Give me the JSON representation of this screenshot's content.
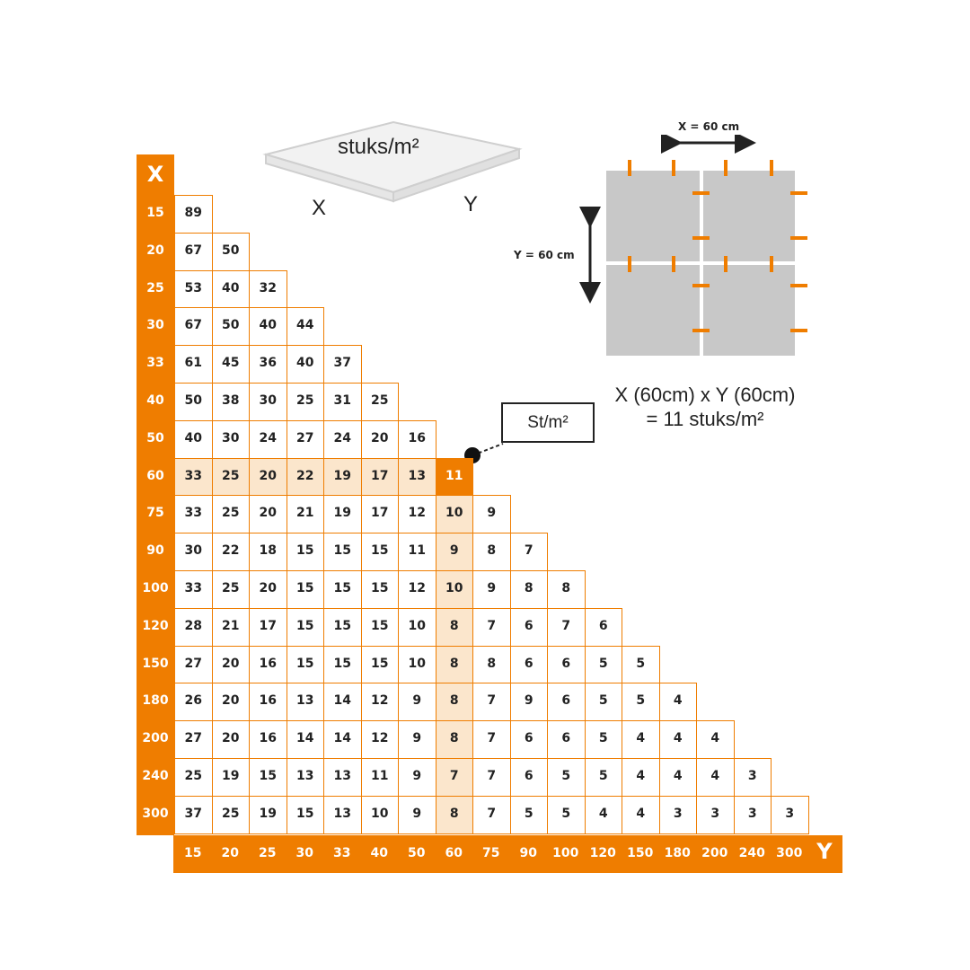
{
  "axis": {
    "x_label": "X",
    "y_label": "Y"
  },
  "x_values": [
    "15",
    "20",
    "25",
    "30",
    "33",
    "40",
    "50",
    "60",
    "75",
    "90",
    "100",
    "120",
    "150",
    "180",
    "200",
    "240",
    "300"
  ],
  "y_values": [
    "15",
    "20",
    "25",
    "30",
    "33",
    "40",
    "50",
    "60",
    "75",
    "90",
    "100",
    "120",
    "150",
    "180",
    "200",
    "240",
    "300"
  ],
  "table_rows": [
    [
      "89"
    ],
    [
      "67",
      "50"
    ],
    [
      "53",
      "40",
      "32"
    ],
    [
      "67",
      "50",
      "40",
      "44"
    ],
    [
      "61",
      "45",
      "36",
      "40",
      "37"
    ],
    [
      "50",
      "38",
      "30",
      "25",
      "31",
      "25"
    ],
    [
      "40",
      "30",
      "24",
      "27",
      "24",
      "20",
      "16"
    ],
    [
      "33",
      "25",
      "20",
      "22",
      "19",
      "17",
      "13",
      "11"
    ],
    [
      "33",
      "25",
      "20",
      "21",
      "19",
      "17",
      "12",
      "10",
      "9"
    ],
    [
      "30",
      "22",
      "18",
      "15",
      "15",
      "15",
      "11",
      "9",
      "8",
      "7"
    ],
    [
      "33",
      "25",
      "20",
      "15",
      "15",
      "15",
      "12",
      "10",
      "9",
      "8",
      "8"
    ],
    [
      "28",
      "21",
      "17",
      "15",
      "15",
      "15",
      "10",
      "8",
      "7",
      "6",
      "7",
      "6"
    ],
    [
      "27",
      "20",
      "16",
      "15",
      "15",
      "15",
      "10",
      "8",
      "8",
      "6",
      "6",
      "5",
      "5"
    ],
    [
      "26",
      "20",
      "16",
      "13",
      "14",
      "12",
      "9",
      "8",
      "7",
      "9",
      "6",
      "5",
      "5",
      "4"
    ],
    [
      "27",
      "20",
      "16",
      "14",
      "14",
      "12",
      "9",
      "8",
      "7",
      "6",
      "6",
      "5",
      "4",
      "4",
      "4"
    ],
    [
      "25",
      "19",
      "15",
      "13",
      "13",
      "11",
      "9",
      "7",
      "7",
      "6",
      "5",
      "5",
      "4",
      "4",
      "4",
      "3"
    ],
    [
      "37",
      "25",
      "19",
      "15",
      "13",
      "10",
      "9",
      "8",
      "7",
      "5",
      "5",
      "4",
      "4",
      "3",
      "3",
      "3",
      "3"
    ]
  ],
  "highlight": {
    "row": "60",
    "column": "60",
    "value": "11"
  },
  "tile_illustration": {
    "unit_label": "stuks/m²",
    "edge_x": "X",
    "edge_y": "Y"
  },
  "layout_illustration": {
    "x_dimension": "X = 60 cm",
    "y_dimension": "Y = 60 cm"
  },
  "callout": {
    "label": "St/m²"
  },
  "example": {
    "line1": "X (60cm) x Y (60cm)",
    "line2": "= 11 stuks/m²"
  },
  "colors": {
    "accent": "#ef7d00",
    "highlight_fill": "#fbe6cc",
    "tile_grey": "#c8c8c8"
  }
}
